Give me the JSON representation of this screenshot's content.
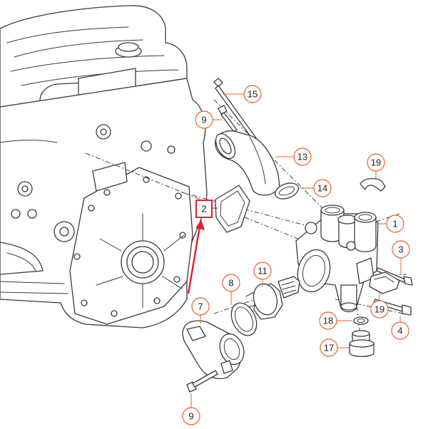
{
  "colors": {
    "callout_ring": "#e8622c",
    "highlight": "#e0202a",
    "line": "#3a3a3a"
  },
  "callouts": [
    {
      "id": "c15",
      "label": "15"
    },
    {
      "id": "c9a",
      "label": "9"
    },
    {
      "id": "c13",
      "label": "13"
    },
    {
      "id": "c14",
      "label": "14"
    },
    {
      "id": "c19a",
      "label": "19"
    },
    {
      "id": "c1",
      "label": "1"
    },
    {
      "id": "c3",
      "label": "3"
    },
    {
      "id": "c11",
      "label": "11"
    },
    {
      "id": "c8",
      "label": "8"
    },
    {
      "id": "c7",
      "label": "7"
    },
    {
      "id": "c19b",
      "label": "19"
    },
    {
      "id": "c18",
      "label": "18"
    },
    {
      "id": "c4",
      "label": "4"
    },
    {
      "id": "c17",
      "label": "17"
    },
    {
      "id": "c9b",
      "label": "9"
    }
  ],
  "highlighted_part": {
    "label": "2"
  }
}
